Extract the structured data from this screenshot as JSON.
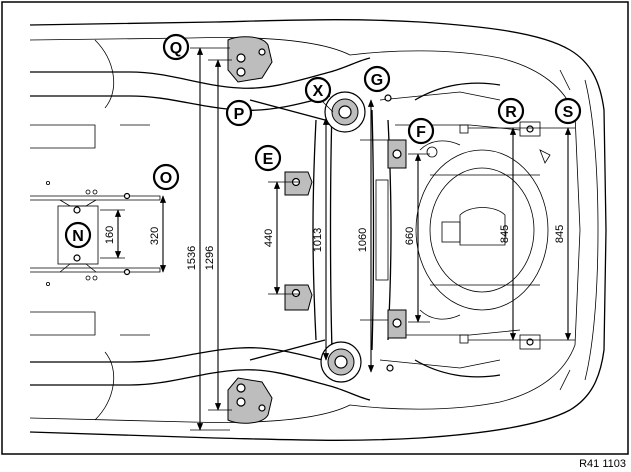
{
  "figure_code": "R41 1103",
  "labels": {
    "Q": "Q",
    "X": "X",
    "G": "G",
    "P": "P",
    "F": "F",
    "R": "R",
    "S": "S",
    "E": "E",
    "O": "O",
    "N": "N"
  },
  "dimensions": {
    "d1536": "1536",
    "d1296": "1296",
    "d1013": "1013",
    "d1060": "1060",
    "d440": "440",
    "d660": "660",
    "d845a": "845",
    "d845b": "845",
    "d320": "320",
    "d160": "160"
  }
}
